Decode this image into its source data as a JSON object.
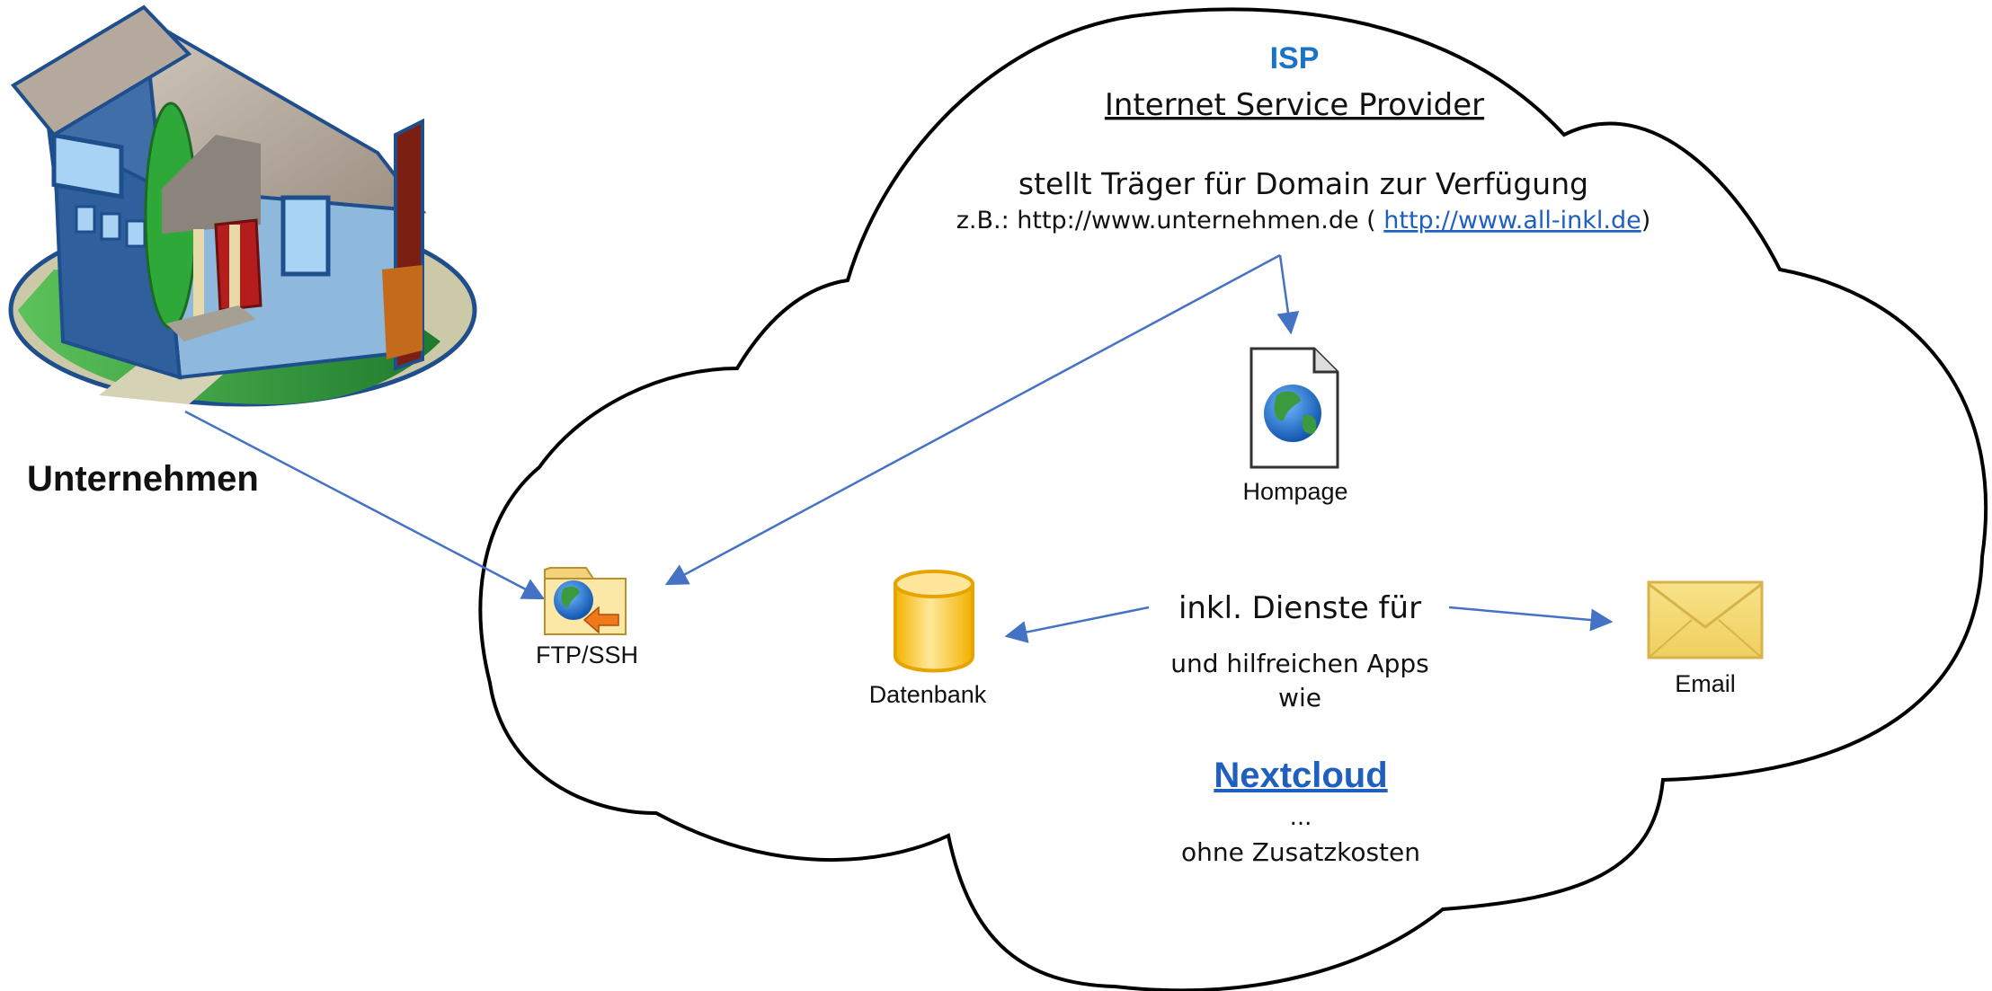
{
  "colors": {
    "arrow": "#4472c4",
    "blue_text": "#1a73c8",
    "link": "#1f5fc0",
    "cloud_stroke": "#000000"
  },
  "left": {
    "building_icon": "house-icon",
    "label": "Unternehmen"
  },
  "cloud": {
    "isp": "ISP",
    "provider": "Internet Service Provider",
    "line1": "stellt Träger für Domain zur Verfügung",
    "line2_prefix": "z.B.: http://www.unternehmen.de ( ",
    "line2_link": "http://www.all-inkl.de",
    "line2_suffix": ")",
    "homepage_label": "Hompage",
    "ftp_label": "FTP/SSH",
    "db_label": "Datenbank",
    "email_label": "Email",
    "services_title": "inkl. Dienste für",
    "services_sub1": "und hilfreichen Apps",
    "services_sub2": "wie",
    "nextcloud": "Nextcloud",
    "ellipsis": "...",
    "no_extra_cost": "ohne Zusatzkosten"
  }
}
